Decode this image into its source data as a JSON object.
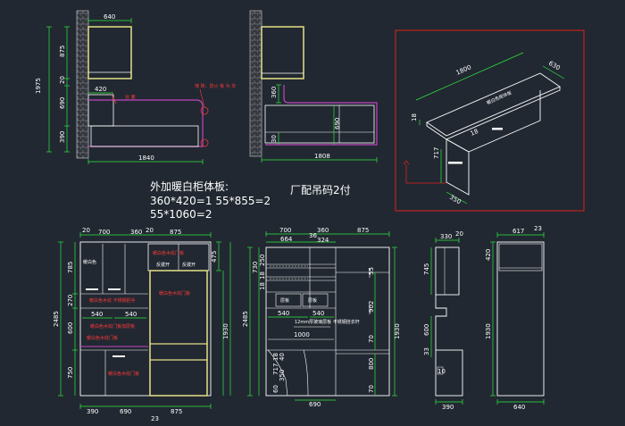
{
  "notes": {
    "line1": "外加暖白柜体板:",
    "line2": "360*420=1     55*855=2",
    "line3": "55*1060=2",
    "right": "厂配吊码2付"
  },
  "top_left": {
    "dims": [
      "640",
      "1975",
      "875",
      "20",
      "690",
      "390",
      "420",
      "1840"
    ],
    "labels": [
      "台 面",
      "墙 砖、防火 板 为 灰"
    ]
  },
  "top_mid": {
    "dims": [
      "360",
      "30",
      "690",
      "1808"
    ]
  },
  "top_right": {
    "dims": [
      "1800",
      "630",
      "18",
      "18",
      "717",
      "350"
    ],
    "labels": [
      "暖白色柜体板"
    ]
  },
  "bottom_left": {
    "dims": [
      "20",
      "700",
      "360",
      "20",
      "875",
      "785",
      "475",
      "270",
      "2485",
      "1930",
      "600",
      "540",
      "540",
      "750",
      "390",
      "690",
      "875",
      "23"
    ],
    "labels": [
      "暖白色木纹门板",
      "暖白色",
      "反拨开",
      "反拨开",
      "暖白色木纹 不锈钢把手",
      "暖白色木纹门板",
      "暖白色木纹门板加层板",
      "暖白色木纹门板",
      "暖白色木纹门板"
    ]
  },
  "bottom_mid": {
    "dims": [
      "700",
      "360",
      "875",
      "664",
      "36",
      "324",
      "730",
      "18",
      "250",
      "2485",
      "55",
      "902",
      "18",
      "540",
      "540",
      "1000",
      "70",
      "1930",
      "800",
      "70",
      "18",
      "717",
      "40",
      "350",
      "60",
      "690"
    ],
    "labels": [
      "层板",
      "层板",
      "12mm厚玻璃层板 不锈钢挂衣杆"
    ]
  },
  "bottom_right1": {
    "dims": [
      "330",
      "20",
      "745",
      "600",
      "33",
      "10",
      "390"
    ]
  },
  "bottom_right2": {
    "dims": [
      "617",
      "23",
      "420",
      "1930",
      "640"
    ]
  }
}
